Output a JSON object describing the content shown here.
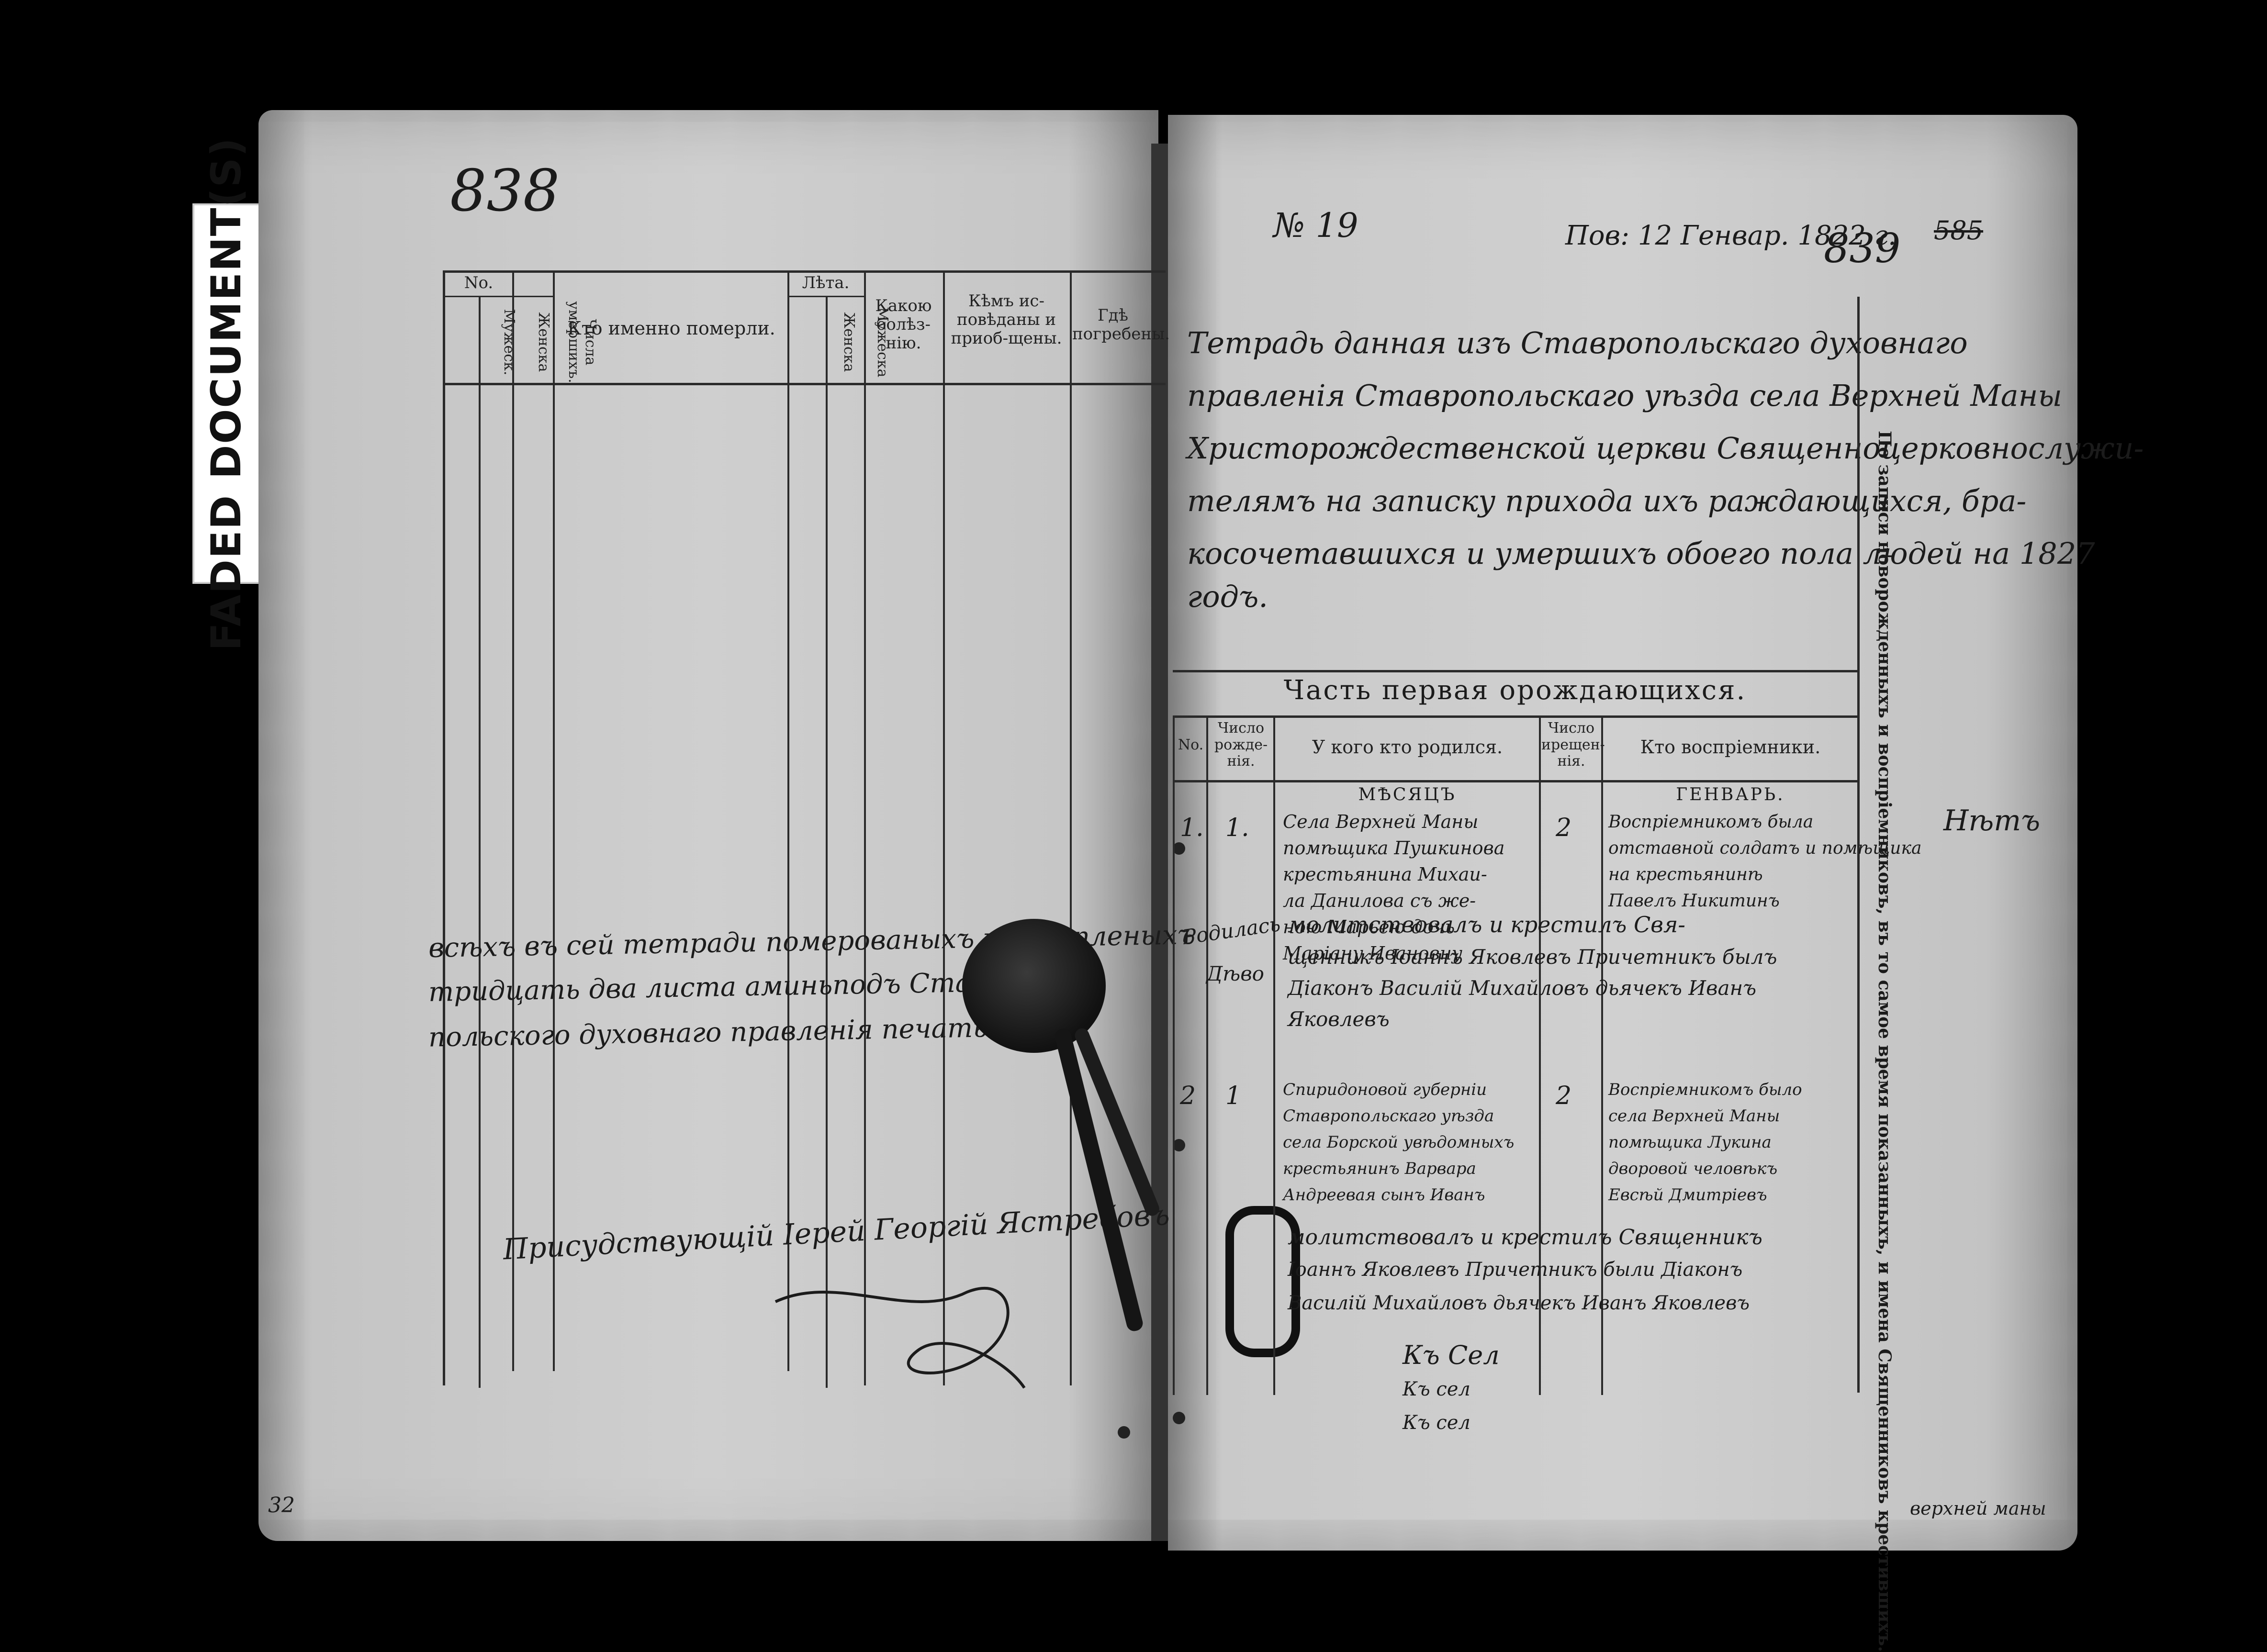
{
  "tag": {
    "faded_label": "FADED DOCUMENT(S)"
  },
  "left_page": {
    "page_number": "838",
    "bottom_corner": "32",
    "table_headers": {
      "no_group": "No.",
      "male": "Мужеск.",
      "female": "Женска",
      "deaths_number": "Числа умершихъ.",
      "name": "Кто именно померли.",
      "age_group": "Лѣта.",
      "age_female": "Женска",
      "age_male": "Мужеска",
      "illness": "Какою болѣз-нію.",
      "confessor": "Кѣмъ ис-повѣданы и приоб-щены.",
      "burial": "Гдѣ погребены."
    },
    "note_lines": [
      "всѣхъ въ сей тетради померованыхъ и скрепленыхъ",
      "тридцать два листа аминьподъ Ставро-",
      "польского духовнаго правленія печатью"
    ],
    "signature": "Присудствующій Іерей Георгій Ястребовъ"
  },
  "right_page": {
    "number_mark": "№ 19",
    "date": "Пов: 12 Генвар. 1822 г.",
    "page_number": "839",
    "old_number": "585",
    "title_lines": [
      "Тетрадь данная изъ Ставропольскаго духовнаго",
      "правленія Ставропольскаго уѣзда села Верхней Маны",
      "Христорождественской церкви Священноцерковнослужи-",
      "телямъ на записку прихода ихъ раждающихся, бра-",
      "косочетавшихся и умершихъ обоего пола людей на 1827",
      "годъ."
    ],
    "side_heading": "По записи новорожденныхъ и воспріемниковъ, въ то самое время показанныхъ, и имена Священниковъ крестившихъ.",
    "section_title": "Часть первая орождающихся.",
    "table_headers": {
      "no": "No.",
      "birth_number": "Число рожде-нія.",
      "parents": "У кого кто родился.",
      "baptism_number": "Число ирещен-нія.",
      "godparents": "Кто воспріемники."
    },
    "month_left": "МѢСЯЦЪ",
    "month_right": "ГЕНВАРЬ.",
    "margin_notes": [
      "Родилась",
      "Дѣво"
    ],
    "right_margin_mark": "Нѣтъ",
    "entries": [
      {
        "no": "1.",
        "birth": "1.",
        "baptism": "2",
        "parents_lines": [
          "Села Верхней Маны",
          "помѣщика Пушкинова",
          "крестьянина Михаи-",
          "ла Данилова съ же-",
          "ною Марьею дочь",
          "Маріану Ивановну"
        ],
        "godparents_lines": [
          "Воспріемникомъ была",
          "отставной солдатъ и помѣщика",
          "на крестьянинѣ",
          "Павелъ Никитинъ"
        ],
        "priest_line": "молитствовалъ и крестилъ Свя-",
        "priest_line2": "щенникъ Іоаннъ Яковлевъ Причетникъ былъ",
        "priest_line3": "Діаконъ Василій Михайловъ дьячекъ Иванъ",
        "priest_line4": "Яковлевъ"
      },
      {
        "no": "2",
        "birth": "1",
        "baptism": "2",
        "parents_lines": [
          "Спиридоновой губерніи",
          "Ставропольскаго уѣзда",
          "села Борской увѣдомныхъ",
          "крестьянинъ Варвара",
          "Андреевая сынъ Иванъ"
        ],
        "godparents_lines": [
          "Воспріемникомъ было",
          "села Верхней Маны",
          "помѣщика Лукина",
          "дворовой человѣкъ",
          "Евсѣй Дмитріевъ"
        ],
        "priest_line": "молитствовалъ и крестилъ Священникъ",
        "priest_line2": "Іоаннъ Яковлевъ Причетникъ были Діаконъ",
        "priest_line3": "Василій Михайловъ дьячекъ Иванъ Яковлевъ"
      }
    ],
    "bottom_marks": [
      "Къ Сел",
      "Къ сел",
      "Къ сел"
    ],
    "bottom_corner_text": "верхней маны"
  }
}
